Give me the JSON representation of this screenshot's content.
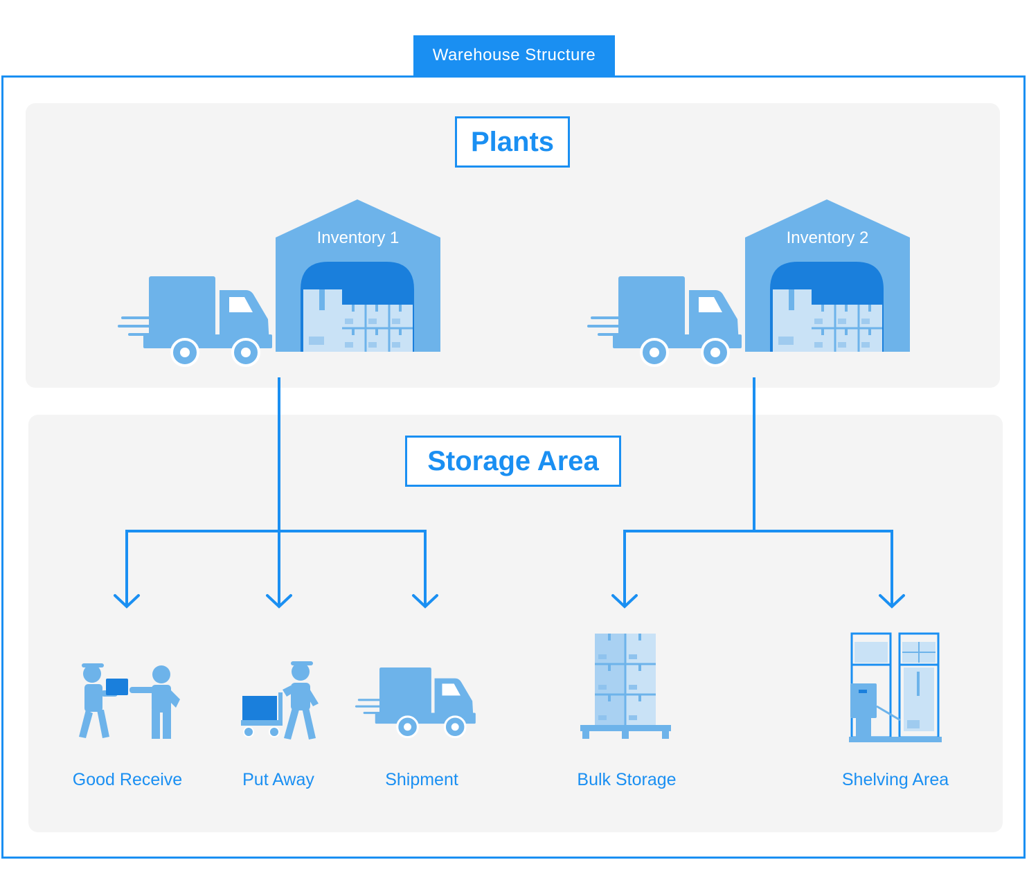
{
  "title": "Warehouse Structure",
  "plants": {
    "label": "Plants",
    "inventories": [
      {
        "label": "Inventory 1"
      },
      {
        "label": "Inventory 2"
      }
    ]
  },
  "storage": {
    "label": "Storage Area",
    "items": [
      {
        "label": "Good Receive",
        "icon": "people-handing-box-icon"
      },
      {
        "label": "Put Away",
        "icon": "worker-with-cart-icon"
      },
      {
        "label": "Shipment",
        "icon": "delivery-truck-icon"
      },
      {
        "label": "Bulk Storage",
        "icon": "pallet-boxes-icon"
      },
      {
        "label": "Shelving Area",
        "icon": "shelving-rack-icon"
      }
    ]
  },
  "colors": {
    "accent": "#1a8ff2",
    "icon_light": "#6db3ea",
    "icon_dark": "#1a7fdc",
    "box_light": "#c9e2f6",
    "panel_bg": "#f4f4f4"
  }
}
